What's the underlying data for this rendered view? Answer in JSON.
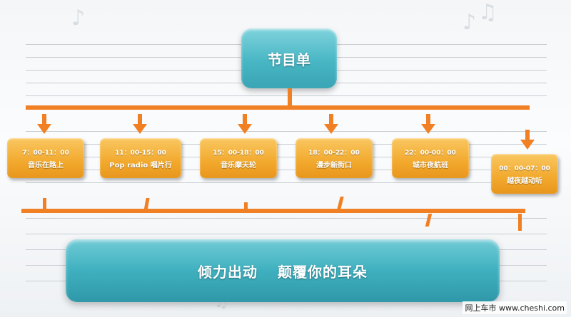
{
  "title": "节目单",
  "programs": [
    {
      "time": "7：00-11：00",
      "name": "音乐在路上"
    },
    {
      "time": "11：00-15：00",
      "name": "Pop radio 唱片行"
    },
    {
      "time": "15：00-18：00",
      "name": "音乐摩天轮"
    },
    {
      "time": "18：00-22：00",
      "name": "漫步新街口"
    },
    {
      "time": "22：00-00：00",
      "name": "城市夜航班"
    },
    {
      "time": "00：00-07：00",
      "name": "越夜越动听"
    }
  ],
  "slogan": {
    "part1": "倾力出动",
    "part2": "颠覆你的耳朵"
  },
  "watermark": "网上车市 www.cheshi.com",
  "colors": {
    "accent_orange": "#f17f24",
    "box_orange": "#f2a92d",
    "teal": "#3fb0bf"
  }
}
